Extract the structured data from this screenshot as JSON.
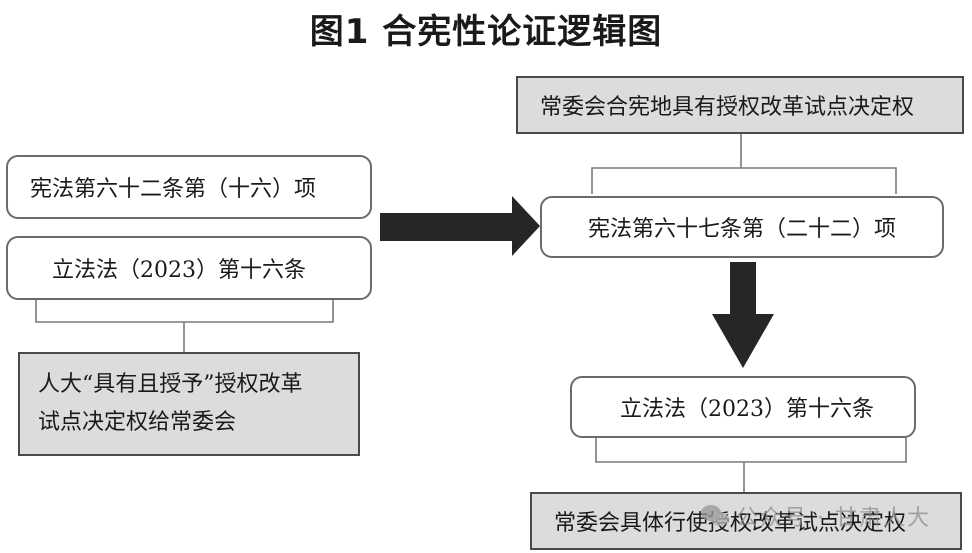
{
  "title": "图1  合宪性论证逻辑图",
  "left": {
    "box1": "宪法第六十二条第（十六）项",
    "box2": "立法法（2023）第十六条",
    "result_line1": "人大“具有且授予”授权改革",
    "result_line2": "试点决定权给常委会"
  },
  "right": {
    "top": "常委会合宪地具有授权改革试点决定权",
    "middle": "宪法第六十七条第（二十二）项",
    "lower": "立法法（2023）第十六条",
    "bottom": "常委会具体行使授权改革试点决定权"
  },
  "watermark": "公众号 · 甘肃人大",
  "colors": {
    "border": "#6b6b6b",
    "grey_fill": "#dcdcdc",
    "arrow": "#262626"
  }
}
